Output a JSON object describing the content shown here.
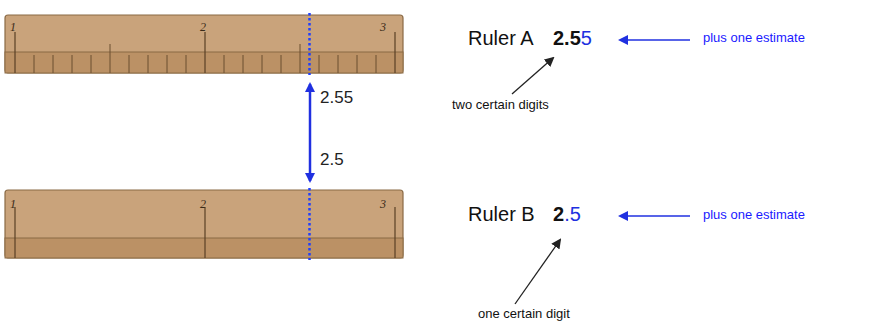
{
  "diagram": {
    "nodes": [
      {
        "text": [
          "1",
          "2",
          "3"
        ]
      },
      {
        "text": [
          "1",
          "2",
          "3"
        ]
      }
    ],
    "labels": [
      "2.55",
      "2.5",
      "Ruler A",
      "2.55",
      "plus one estimate",
      "two certain digits",
      "Ruler B",
      "2.5",
      "plus one estimate",
      "one certain digit"
    ]
  }
}
